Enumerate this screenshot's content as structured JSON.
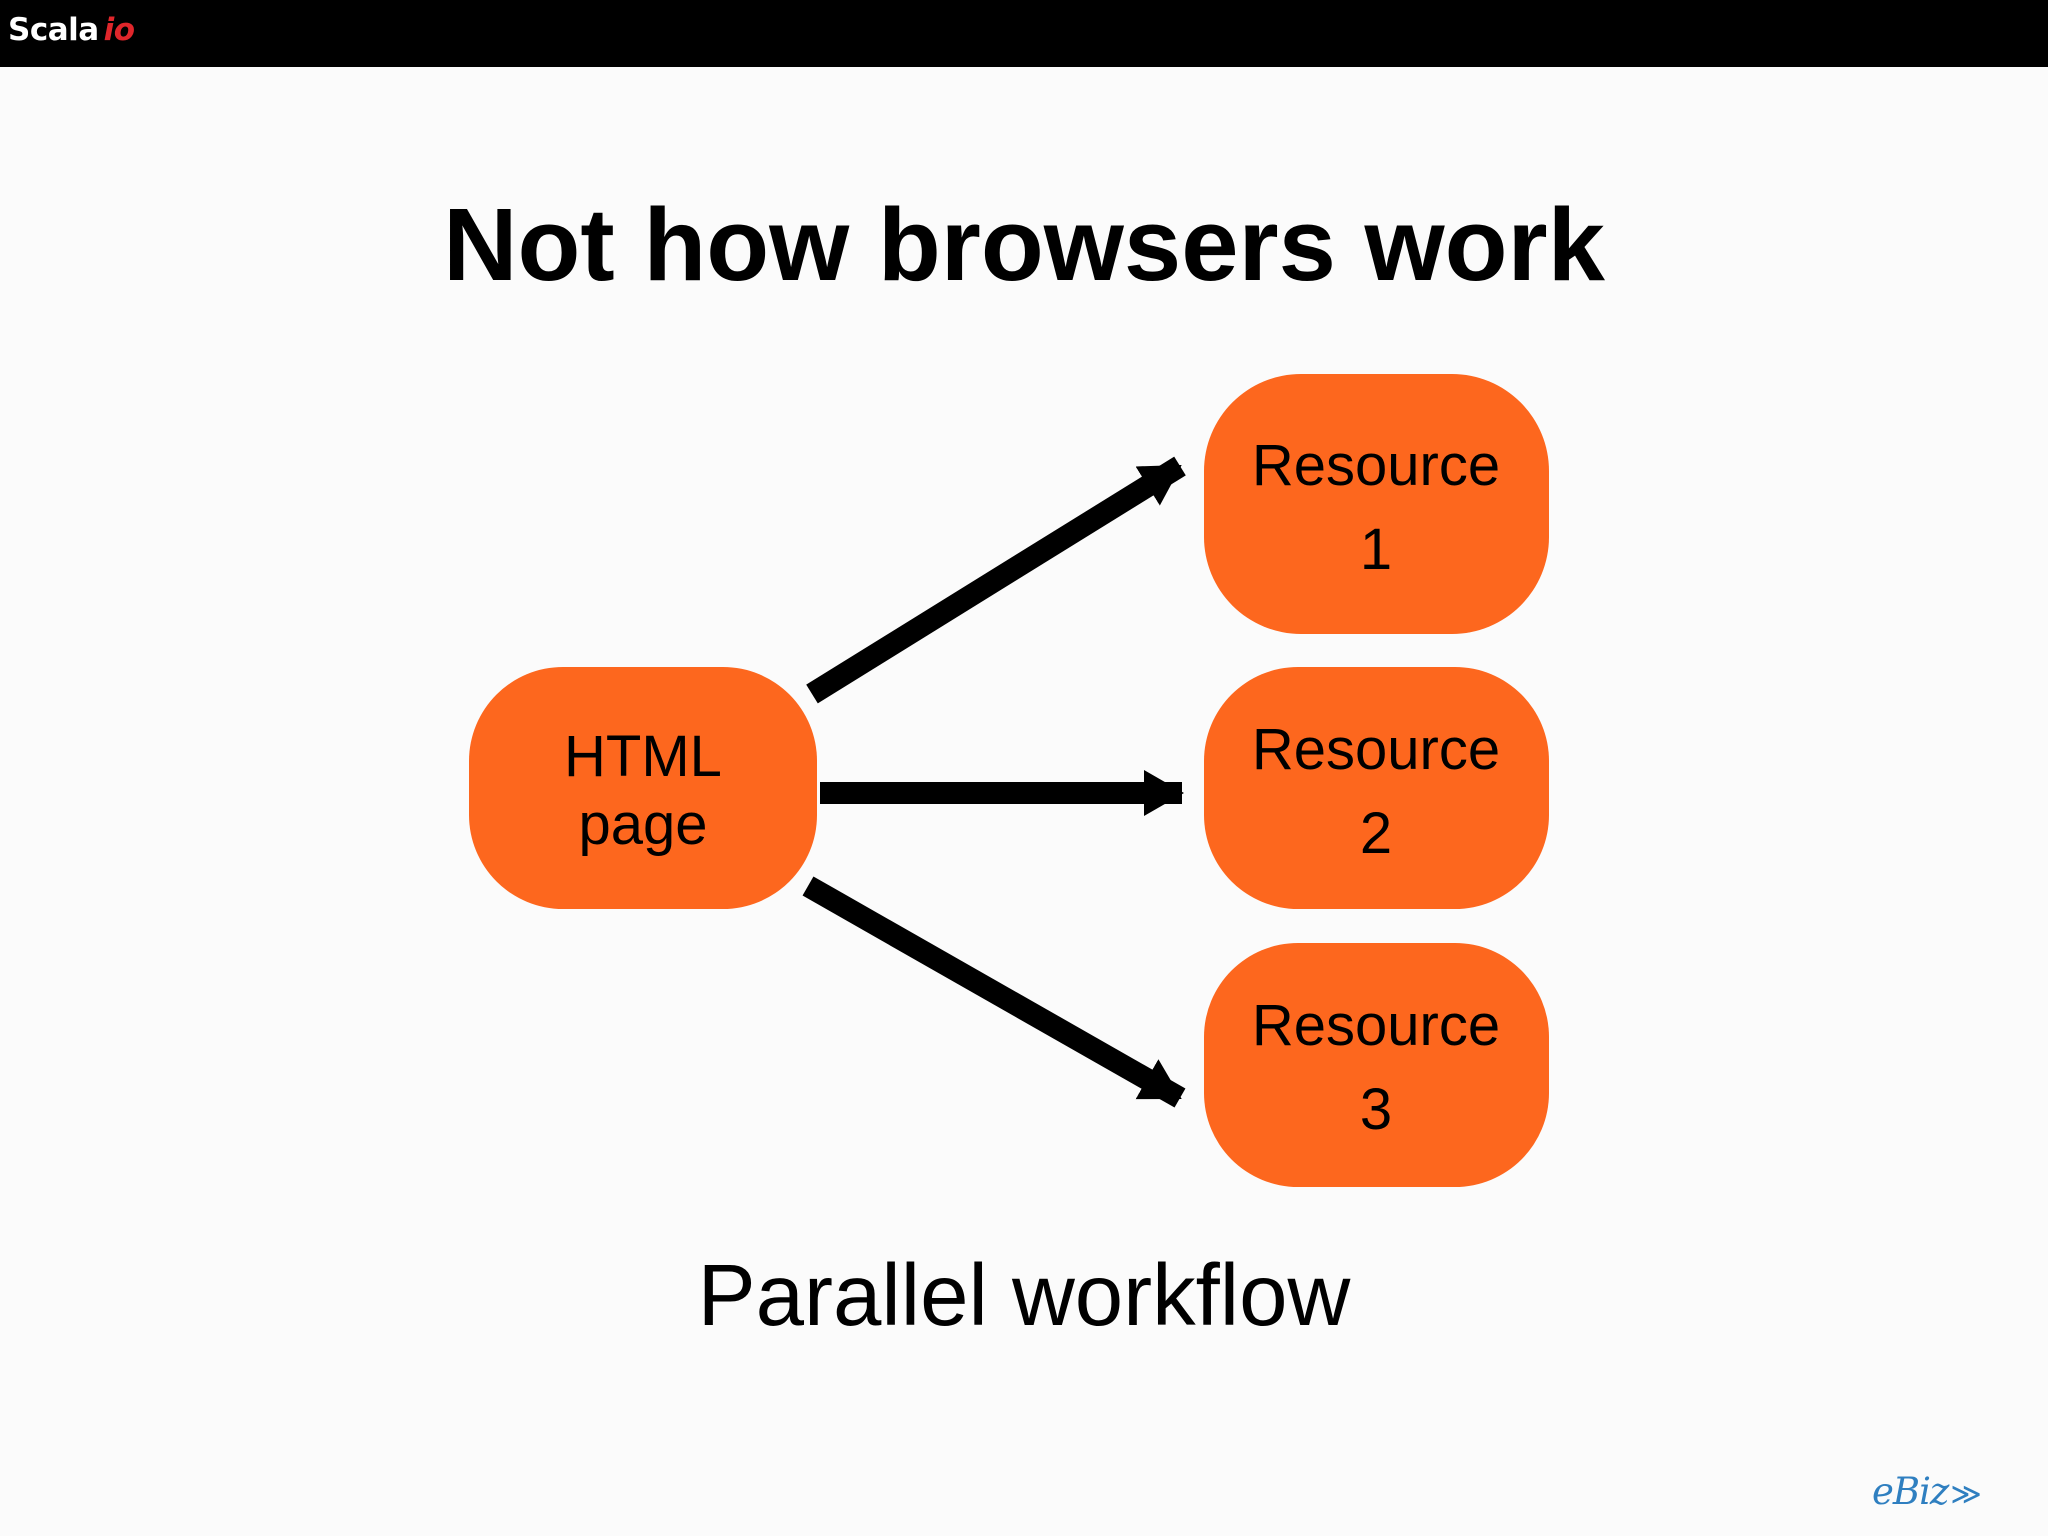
{
  "header": {
    "brand_name": "Scala",
    "brand_suffix": "io"
  },
  "slide": {
    "title": "Not how browsers work",
    "caption": "Parallel workflow",
    "footer_logo": "eBiz"
  },
  "diagram": {
    "node_color": "#fd671e",
    "arrow_color": "#000000",
    "nodes": [
      {
        "id": "html-page",
        "lines": [
          "HTML",
          "page"
        ]
      },
      {
        "id": "resource-1",
        "lines": [
          "Resource",
          "1"
        ]
      },
      {
        "id": "resource-2",
        "lines": [
          "Resource",
          "2"
        ]
      },
      {
        "id": "resource-3",
        "lines": [
          "Resource",
          "3"
        ]
      }
    ],
    "edges": [
      {
        "from": "html-page",
        "to": "resource-1"
      },
      {
        "from": "html-page",
        "to": "resource-2"
      },
      {
        "from": "html-page",
        "to": "resource-3"
      }
    ]
  }
}
